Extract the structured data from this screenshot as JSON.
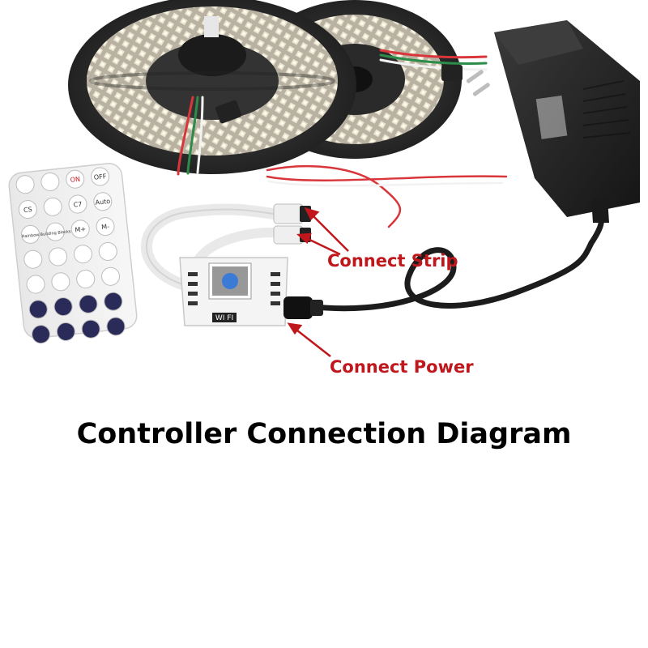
{
  "labels": {
    "connect_strip": "Connect Strip",
    "connect_power": "Connect Power",
    "title": "Controller Connection Diagram"
  },
  "remote": {
    "buttons": [
      {
        "id": "b1",
        "text": "",
        "color": "#ffffff",
        "icon": "brightness-up-icon"
      },
      {
        "id": "b2",
        "text": "",
        "color": "#ffffff",
        "icon": "brightness-down-icon"
      },
      {
        "id": "b3",
        "text": "ON",
        "color": "#ffffff",
        "icon": "on-icon"
      },
      {
        "id": "b4",
        "text": "OFF",
        "color": "#ffffff",
        "icon": "off-icon"
      },
      {
        "id": "b5",
        "text": "CS",
        "color": "#ffffff",
        "icon": "color-wheel-icon"
      },
      {
        "id": "b6",
        "text": "",
        "color": "#ffffff",
        "icon": "color-wheel-icon"
      },
      {
        "id": "b7",
        "text": "C7",
        "color": "#ffffff",
        "icon": "color-wheel-icon"
      },
      {
        "id": "b8",
        "text": "Auto",
        "color": "#ffffff",
        "icon": "auto-icon"
      },
      {
        "id": "b9",
        "text": "Rainbow",
        "color": "#ffffff",
        "icon": "rainbow-icon"
      },
      {
        "id": "b10",
        "text": "Building Blocks",
        "color": "#ffffff",
        "icon": "blocks-icon"
      },
      {
        "id": "b11",
        "text": "M+",
        "color": "#ffffff",
        "icon": "mode-up-icon"
      },
      {
        "id": "b12",
        "text": "M-",
        "color": "#ffffff",
        "icon": "mode-down-icon"
      }
    ]
  },
  "controller": {
    "label": "WI FI"
  },
  "colors": {
    "callout": "#c0171d",
    "strip_red": "#d8363a",
    "strip_green": "#2c8c4a",
    "strip_white": "#f2f2f2",
    "reel": "#3a3a3a",
    "adapter": "#2b2b2b"
  }
}
